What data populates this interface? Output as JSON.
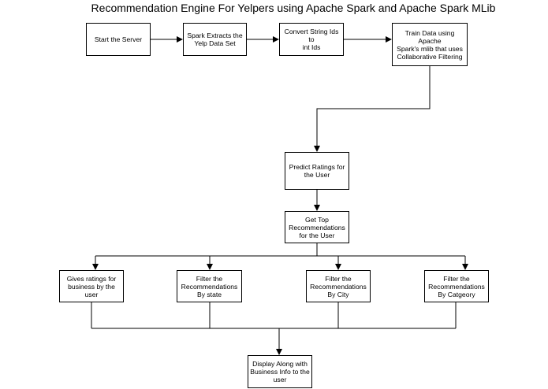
{
  "title": "Recommendation Engine For Yelpers using Apache Spark and Apache Spark MLib",
  "nodes": {
    "start_server": "Start the Server",
    "spark_extracts": "Spark Extracts the\nYelp Data Set",
    "convert_ids": "Convert String Ids to\nint Ids",
    "train_data": "Train Data using Apache\nSpark's mlib that uses\nCollaborative Filtering",
    "predict_ratings": "Predict Ratings for\nthe User",
    "top_recommendations": "Get Top\nRecommendations\nfor the User",
    "gives_ratings": "Gives ratings for\nbusiness by the user",
    "filter_state": "Filter the\nRecommendations\nBy state",
    "filter_city": "Filter the\nRecommendations\nBy City",
    "filter_category": "Filter the\nRecommendations\nBy Catgeory",
    "display": "Display Along with\nBusiness Info to the\nuser"
  }
}
